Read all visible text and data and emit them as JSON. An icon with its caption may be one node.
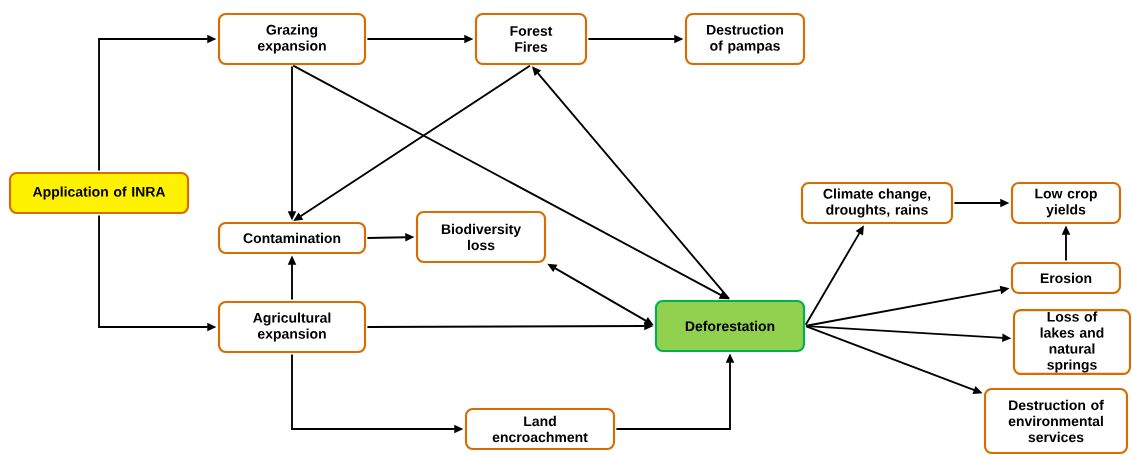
{
  "diagram": {
    "nodes": [
      {
        "text": [
          "Application of INRA"
        ]
      },
      {
        "text": [
          "Grazing expansion"
        ]
      },
      {
        "text": [
          "Forest Fires"
        ]
      },
      {
        "text": [
          "Destruction of pampas"
        ]
      },
      {
        "text": [
          "Contamination"
        ]
      },
      {
        "text": [
          "Biodiversity loss"
        ]
      },
      {
        "text": [
          "Agricultural expansion"
        ]
      },
      {
        "text": [
          "Deforestation"
        ]
      },
      {
        "text": [
          "Land encroachment"
        ]
      },
      {
        "text": [
          "Climate change, droughts, rains"
        ]
      },
      {
        "text": [
          "Low crop yields"
        ]
      },
      {
        "text": [
          "Erosion"
        ]
      },
      {
        "text": [
          "Loss of lakes and natural springs"
        ]
      },
      {
        "text": [
          "Destruction of environmental services"
        ]
      }
    ],
    "edges": [
      {
        "from": 0,
        "to": 1,
        "arrow": "to"
      },
      {
        "from": 0,
        "to": 6,
        "arrow": "to"
      },
      {
        "from": 1,
        "to": 2,
        "arrow": "to"
      },
      {
        "from": 2,
        "to": 3,
        "arrow": "to"
      },
      {
        "from": 1,
        "to": 4,
        "arrow": "to"
      },
      {
        "from": 2,
        "to": 4,
        "arrow": "to"
      },
      {
        "from": 1,
        "to": 7,
        "arrow": "to"
      },
      {
        "from": 7,
        "to": 2,
        "arrow": "to"
      },
      {
        "from": 4,
        "to": 5,
        "arrow": "to"
      },
      {
        "from": 6,
        "to": 4,
        "arrow": "to"
      },
      {
        "from": 7,
        "to": 5,
        "arrow": "both"
      },
      {
        "from": 6,
        "to": 7,
        "arrow": "to"
      },
      {
        "from": 6,
        "to": 8,
        "arrow": "to"
      },
      {
        "from": 8,
        "to": 7,
        "arrow": "to"
      },
      {
        "from": 7,
        "to": 9,
        "arrow": "to"
      },
      {
        "from": 7,
        "to": 11,
        "arrow": "to"
      },
      {
        "from": 7,
        "to": 12,
        "arrow": "to"
      },
      {
        "from": 7,
        "to": 13,
        "arrow": "to"
      },
      {
        "from": 9,
        "to": 10,
        "arrow": "to"
      },
      {
        "from": 11,
        "to": 10,
        "arrow": "to"
      }
    ]
  }
}
